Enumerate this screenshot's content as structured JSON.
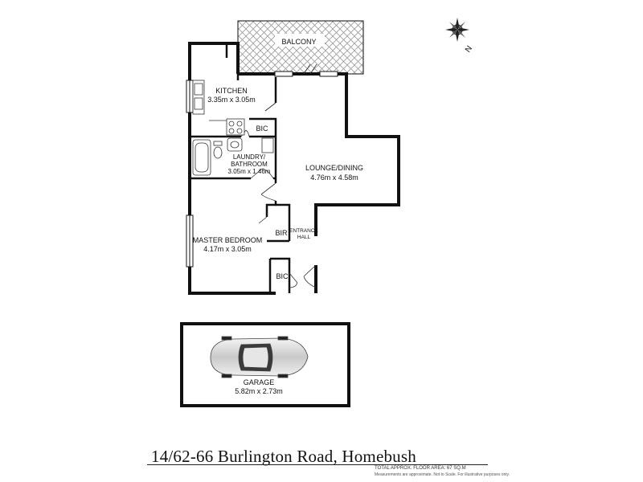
{
  "rooms": {
    "balcony": {
      "name": "BALCONY"
    },
    "kitchen": {
      "name": "KITCHEN",
      "size": "3.35m x 3.05m"
    },
    "bic_kitchen": {
      "name": "BIC"
    },
    "laundry": {
      "name_line1": "LAUNDRY/",
      "name_line2": "BATHROOM",
      "size": "3.05m x 1.46m"
    },
    "lounge": {
      "name": "LOUNGE/DINING",
      "size": "4.76m x 4.58m"
    },
    "bir": {
      "name": "BIR"
    },
    "entrance": {
      "name_line1": "ENTRANCE",
      "name_line2": "HALL"
    },
    "master": {
      "name": "MASTER BEDROOM",
      "size": "4.17m x 3.05m"
    },
    "bic_bedroom": {
      "name": "BIC"
    },
    "garage": {
      "name": "GARAGE",
      "size": "5.82m x 2.73m"
    }
  },
  "compass": {
    "label": "N"
  },
  "footer": {
    "address": "14/62-66 Burlington Road, Homebush",
    "area_label": "TOTAL APPROX. FLOOR AREA:",
    "area_value": "67 SQ.M",
    "disclaimer": "Measurements are approximate. Not to Scale. For illustrative purposes only."
  },
  "colors": {
    "wall": "#111111",
    "hatch": "#9a9a9a",
    "car_body": "#d8d8d8"
  }
}
